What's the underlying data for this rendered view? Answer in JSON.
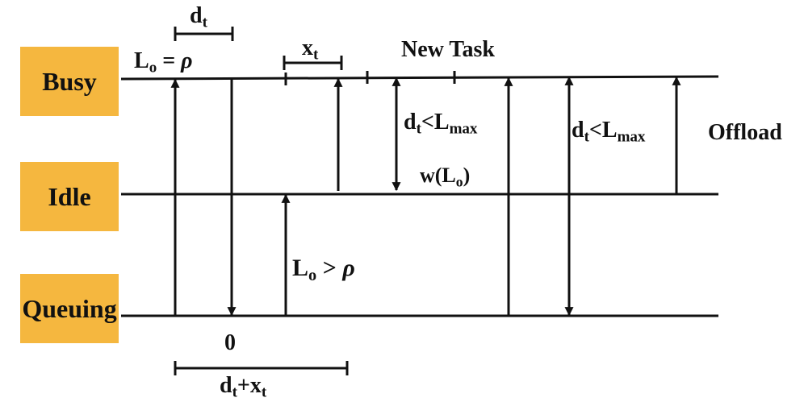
{
  "states": {
    "busy": "Busy",
    "idle": "Idle",
    "queuing": "Queuing"
  },
  "labels": {
    "dt_base": "d",
    "dt_sub": "t",
    "lo_base": "L",
    "lo_sub": "o",
    "eq": " =",
    "gt": " >",
    "rho": "ρ",
    "xt_base": "x",
    "xt_sub": "t",
    "new_task": "New Task",
    "cmp": "<L",
    "max_sub": "max",
    "w_open": "w(L",
    "w_sub": "o",
    "w_close": ")",
    "offload": "Offload",
    "zero": "0",
    "sum_mid": "+x"
  },
  "colors": {
    "box_fill": "#f5b73f",
    "line": "#111111"
  }
}
